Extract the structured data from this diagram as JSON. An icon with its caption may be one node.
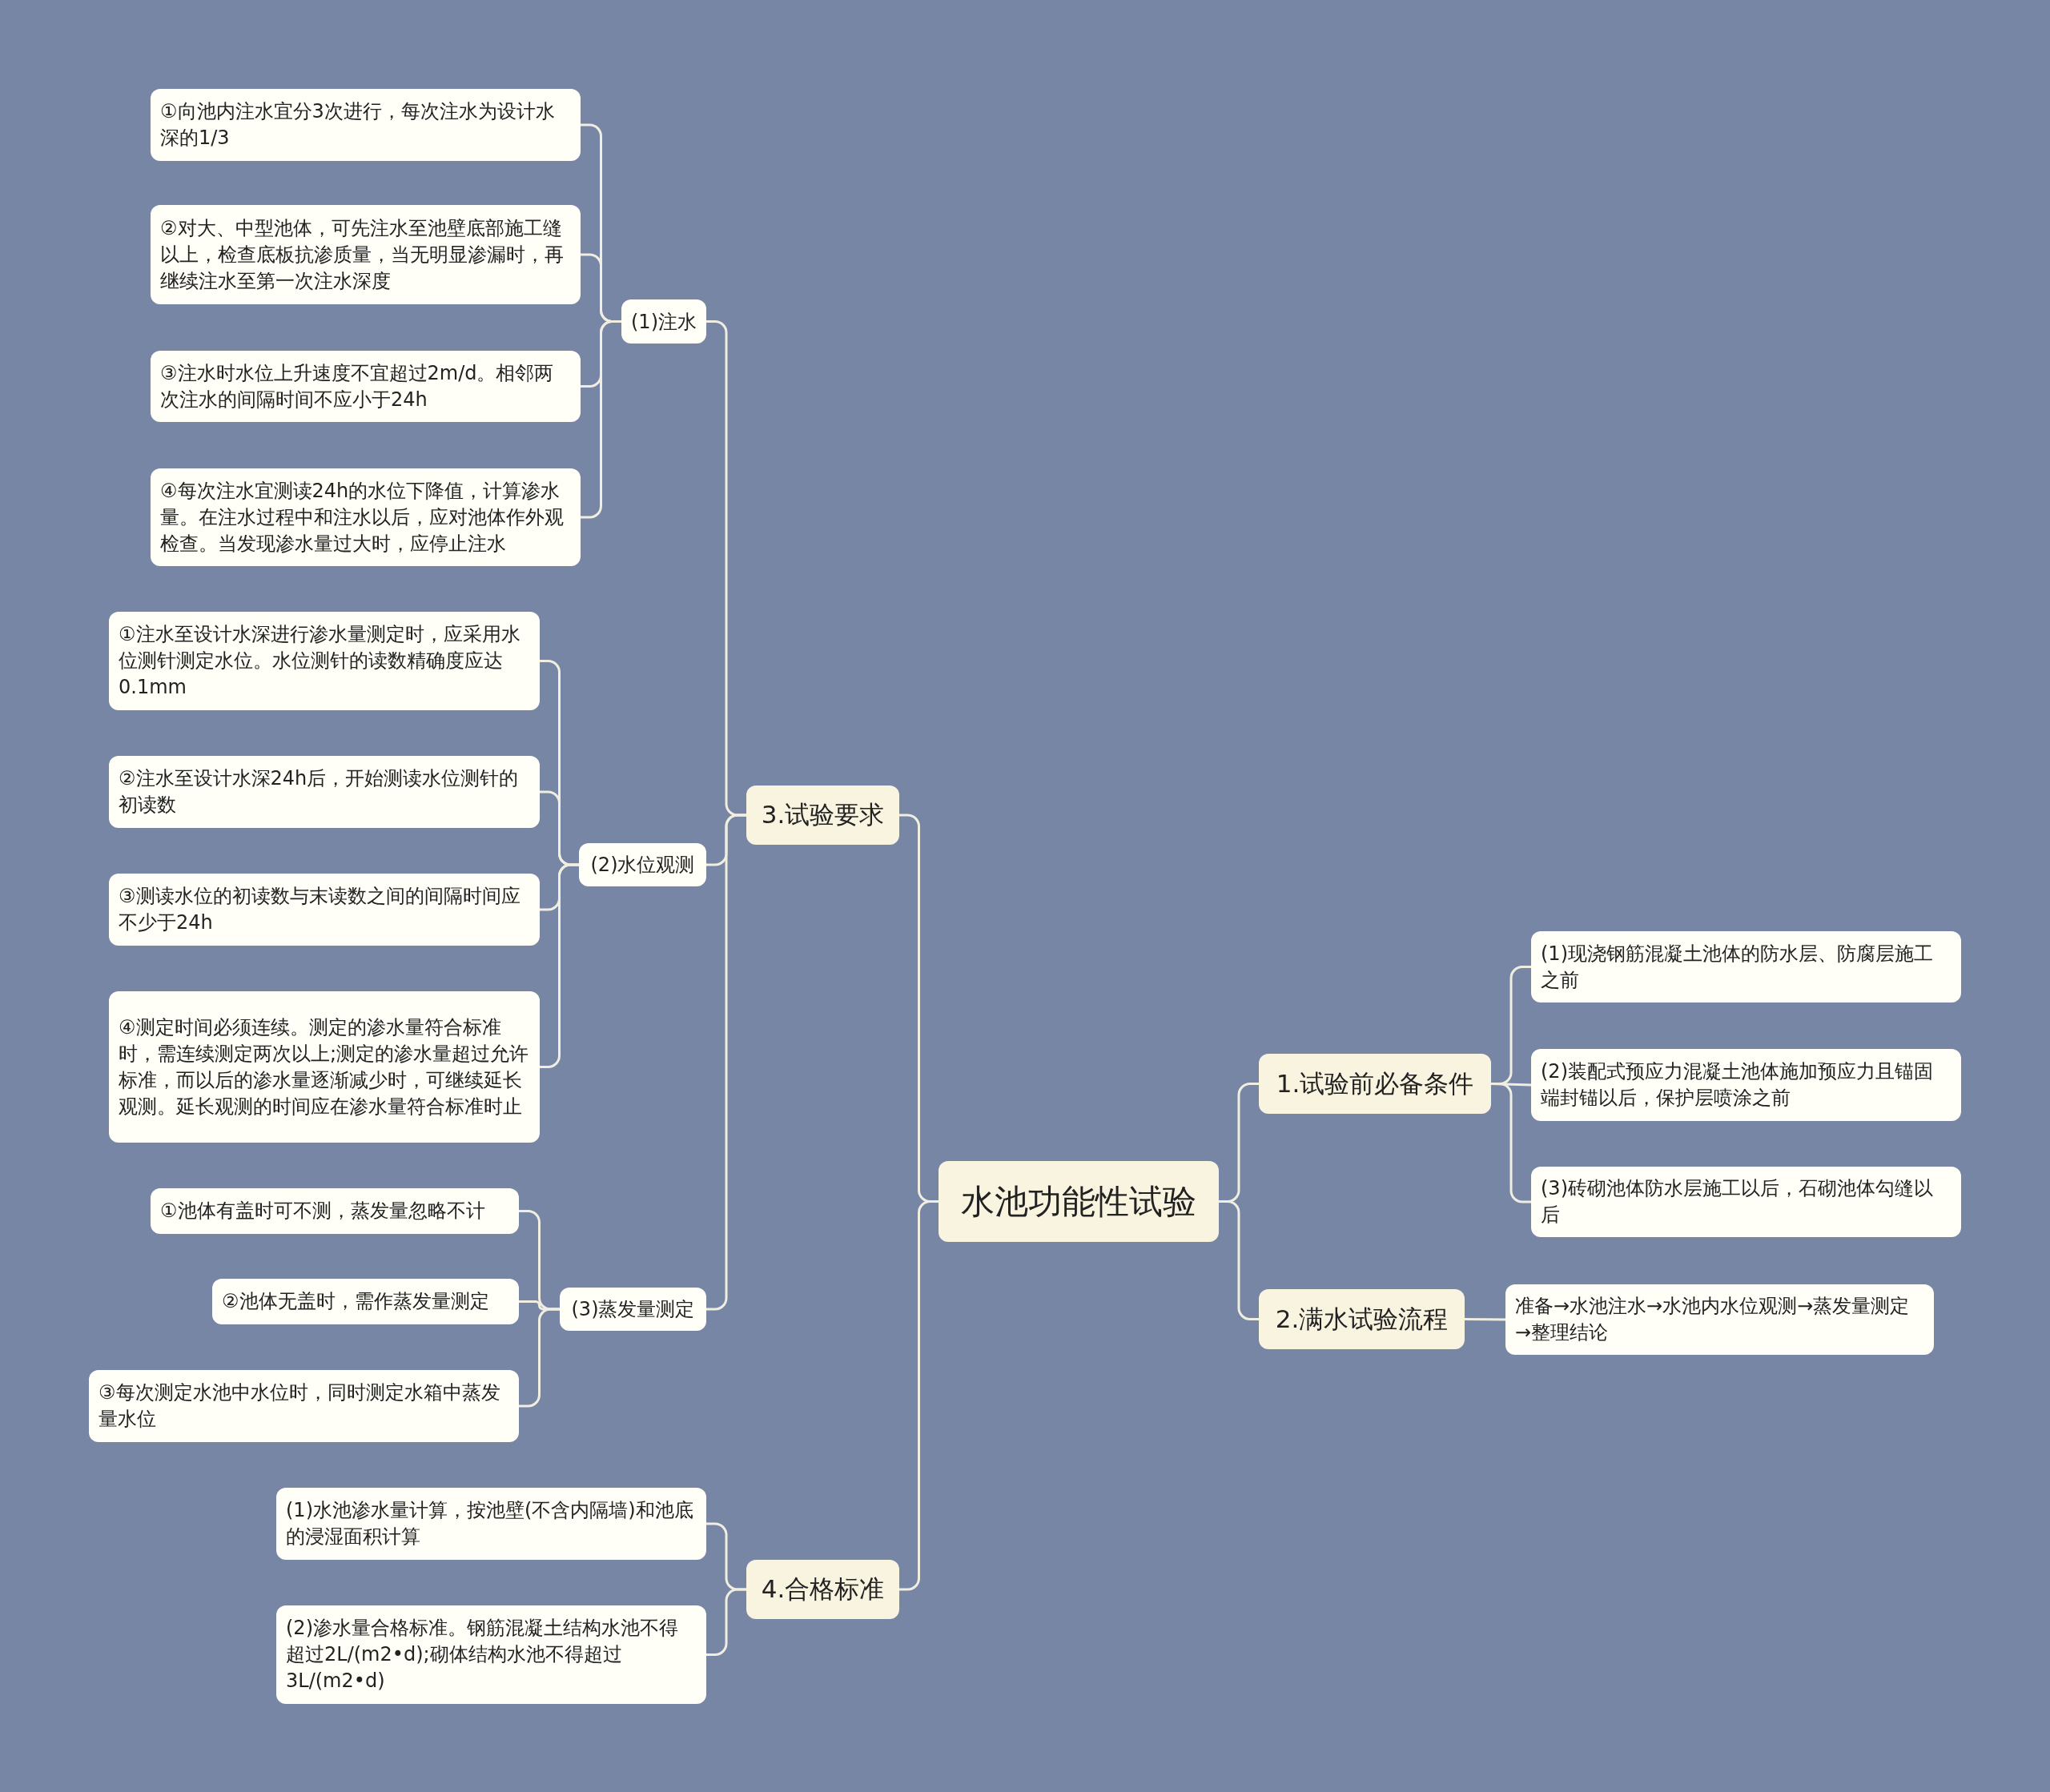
{
  "diagram": {
    "nodes": [
      {
        "text": [
          "水池功能性试验"
        ]
      },
      {
        "text": [
          "1.试验前必备条件"
        ]
      },
      {
        "text": [
          "(1)现浇钢筋混凝土池体的防水层、防腐层施工之前"
        ]
      },
      {
        "text": [
          "(2)装配式预应力混凝土池体施加预应力且锚固端封锚以后，保护层喷涂之前"
        ]
      },
      {
        "text": [
          "(3)砖砌池体防水层施工以后，石砌池体勾缝以后"
        ]
      },
      {
        "text": [
          "2.满水试验流程"
        ]
      },
      {
        "text": [
          "准备→水池注水→水池内水位观测→蒸发量测定→整理结论"
        ]
      },
      {
        "text": [
          "3.试验要求"
        ]
      },
      {
        "text": [
          "(1)注水"
        ]
      },
      {
        "text": [
          "①向池内注水宜分3次进行，每次注水为设计水深的1/3"
        ]
      },
      {
        "text": [
          "②对大、中型池体，可先注水至池壁底部施工缝以上，检查底板抗渗质量，当无明显渗漏时，再继续注水至第一次注水深度"
        ]
      },
      {
        "text": [
          "③注水时水位上升速度不宜超过2m/d。相邻两次注水的间隔时间不应小于24h"
        ]
      },
      {
        "text": [
          "④每次注水宜测读24h的水位下降值，计算渗水量。在注水过程中和注水以后，应对池体作外观检查。当发现渗水量过大时，应停止注水"
        ]
      },
      {
        "text": [
          "(2)水位观测"
        ]
      },
      {
        "text": [
          "①注水至设计水深进行渗水量测定时，应采用水位测针测定水位。水位测针的读数精确度应达0.1mm"
        ]
      },
      {
        "text": [
          "②注水至设计水深24h后，开始测读水位测针的初读数"
        ]
      },
      {
        "text": [
          "③测读水位的初读数与末读数之间的间隔时间应不少于24h"
        ]
      },
      {
        "text": [
          "④测定时间必须连续。测定的渗水量符合标准时，需连续测定两次以上;测定的渗水量超过允许标准，而以后的渗水量逐渐减少时，可继续延长观测。延长观测的时间应在渗水量符合标准时止"
        ]
      },
      {
        "text": [
          "(3)蒸发量测定"
        ]
      },
      {
        "text": [
          "①池体有盖时可不测，蒸发量忽略不计"
        ]
      },
      {
        "text": [
          "②池体无盖时，需作蒸发量测定"
        ]
      },
      {
        "text": [
          "③每次测定水池中水位时，同时测定水箱中蒸发量水位"
        ]
      },
      {
        "text": [
          "4.合格标准"
        ]
      },
      {
        "text": [
          "(1)水池渗水量计算，按池壁(不含内隔墙)和池底的浸湿面积计算"
        ]
      },
      {
        "text": [
          "(2)渗水量合格标准。钢筋混凝土结构水池不得超过2L/(m2•d);砌体结构水池不得超过3L/(m2•d)"
        ]
      }
    ],
    "edges": [
      {
        "from": 0,
        "to": 1,
        "arrow": "none"
      },
      {
        "from": 1,
        "to": 2,
        "arrow": "none"
      },
      {
        "from": 1,
        "to": 3,
        "arrow": "none"
      },
      {
        "from": 1,
        "to": 4,
        "arrow": "none"
      },
      {
        "from": 0,
        "to": 5,
        "arrow": "none"
      },
      {
        "from": 5,
        "to": 6,
        "arrow": "none"
      },
      {
        "from": 0,
        "to": 7,
        "arrow": "none"
      },
      {
        "from": 7,
        "to": 8,
        "arrow": "none"
      },
      {
        "from": 8,
        "to": 9,
        "arrow": "none"
      },
      {
        "from": 8,
        "to": 10,
        "arrow": "none"
      },
      {
        "from": 8,
        "to": 11,
        "arrow": "none"
      },
      {
        "from": 8,
        "to": 12,
        "arrow": "none"
      },
      {
        "from": 7,
        "to": 13,
        "arrow": "none"
      },
      {
        "from": 13,
        "to": 14,
        "arrow": "none"
      },
      {
        "from": 13,
        "to": 15,
        "arrow": "none"
      },
      {
        "from": 13,
        "to": 16,
        "arrow": "none"
      },
      {
        "from": 13,
        "to": 17,
        "arrow": "none"
      },
      {
        "from": 7,
        "to": 18,
        "arrow": "none"
      },
      {
        "from": 18,
        "to": 19,
        "arrow": "none"
      },
      {
        "from": 18,
        "to": 20,
        "arrow": "none"
      },
      {
        "from": 18,
        "to": 21,
        "arrow": "none"
      },
      {
        "from": 0,
        "to": 22,
        "arrow": "none"
      },
      {
        "from": 22,
        "to": 23,
        "arrow": "none"
      },
      {
        "from": 22,
        "to": 24,
        "arrow": "none"
      }
    ]
  }
}
